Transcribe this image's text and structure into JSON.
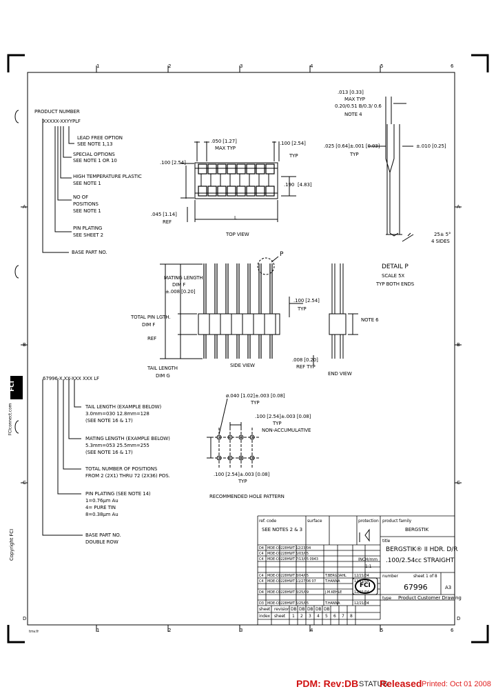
{
  "grid": {
    "cols_top": [
      "1",
      "2",
      "3",
      "4",
      "5",
      "6"
    ],
    "cols_bottom": [
      "1",
      "2",
      "3",
      "4",
      "5",
      "6"
    ],
    "rows_left": [
      "A",
      "B",
      "C",
      "D"
    ],
    "rows_right": [
      "A",
      "B",
      "C",
      "D"
    ]
  },
  "product_number": {
    "heading": "PRODUCT NUMBER",
    "code": "XXXXX-XXYYPLF",
    "items": [
      {
        "l1": "LEAD FREE OPTION",
        "l2": "SEE NOTE 1,13"
      },
      {
        "l1": "SPECIAL OPTIONS",
        "l2": "SEE NOTE 1 OR 10"
      },
      {
        "l1": "HIGH TEMPERATURE PLASTIC",
        "l2": "SEE NOTE 1"
      },
      {
        "l1": "NO OF",
        "l2": "POSITIONS",
        "l3": "SEE NOTE 1"
      },
      {
        "l1": "PIN PLATING",
        "l2": "SEE SHEET 2"
      },
      {
        "l1": "BASE PART NO."
      }
    ]
  },
  "part_code": {
    "code": "67996-X XX-XXX XXX LF",
    "tail": [
      "TAIL LENGTH (EXAMPLE BELOW)",
      "3.0mm=030  12.8mm=128",
      "(SEE NOTE 16 & 17)"
    ],
    "mating": [
      "MATING LENGTH (EXAMPLE BELOW)",
      "5.3mm=053  25.5mm=255",
      "(SEE NOTE 16 & 17)"
    ],
    "positions": [
      "TOTAL NUMBER OF POSITIONS",
      "FROM 2 (2X1) THRU 72 (2X36) POS."
    ],
    "plating": [
      "PIN PLATING (SEE NOTE 14)",
      "1=0.76µm Au",
      "4= PURE TIN",
      "8=0.38µm Au"
    ],
    "base": [
      "BASE PART NO.",
      "DOUBLE ROW"
    ]
  },
  "top_view": {
    "dim_050": ".050 [1.27]",
    "max_typ": "MAX TYP",
    "dim_100a": ".100 [2.54]",
    "dim_100b": ".100 [2.54]",
    "typ": "TYP",
    "dim_190": ".190",
    "dim_190b": "[4.83]",
    "dim_045": ".045 [1.14]",
    "ref": "REF",
    "l_mark": "L",
    "title": "TOP VIEW"
  },
  "detail": {
    "dim_013": ".013 [0.33]",
    "max_typ": "MAX TYP",
    "tol": "0.20/0.51 B/0.3/ 0.6",
    "note4": "NOTE 4",
    "dim_025": ".025 [0.64]±.001 [0.03]",
    "typ": "TYP",
    "dim_010": "±.010 [0.25]",
    "angle": "25± 5°",
    "sides": "4 SIDES",
    "t1": "DETAIL P",
    "t2": "SCALE 5X",
    "t3": "TYP BOTH ENDS"
  },
  "side_view": {
    "mating": [
      "MATING LENGTH",
      "DIM F",
      "±.008 [0.20]"
    ],
    "total": [
      "TOTAL PIN LGTH.",
      "DIM F",
      "REF"
    ],
    "tail": [
      "TAIL LENGTH",
      "DIM G"
    ],
    "dim_100": ".100 [2.54]",
    "typ": "TYP",
    "dim_008": ".008 [0.20]",
    "ref_typ": "REF TYP",
    "p": "P",
    "title": "SIDE VIEW",
    "note6": "NOTE 6",
    "end_title": "END VIEW"
  },
  "hole_pattern": {
    "dia": "ø.040 [1.02]±.003 [0.08]",
    "typ": "TYP",
    "pitch": ".100 [2.54]±.003 [0.08]",
    "typ2": "TYP",
    "nonacc": "NON-ACCUMULATIVE",
    "pitch2": ".100 [2.54]±.003 [0.08]",
    "typ3": "TYP",
    "title": "RECOMMENDED HOLE PATTERN"
  },
  "title_block": {
    "ref_code": "ref. code",
    "see_notes": "SEE NOTES 2 & 3",
    "surface": "surface",
    "protection": "protection",
    "product_family": "product family",
    "family_val": "BERGSTIK",
    "title_lbl": "title",
    "title1": "BERGSTIK® II HDR. D/R",
    "title2": ".100/2.54cc STRAIGHT",
    "number_lbl": "number",
    "sheet_lbl": "sheet 1 of 8",
    "part_number": "67996",
    "size": "A3",
    "type_lbl": "type",
    "type_val": "Product Customer Drawing",
    "rev_rows": [
      [
        "D4",
        "MDE-C0228HWT 12/23/04"
      ],
      [
        "C4",
        "MDE-C0228HWT 5/03/05"
      ],
      [
        "C4",
        "MDE-C0228HWT 7/13/05 0943"
      ],
      [
        "C4",
        "MDE-C0228HWT 8/04/05"
      ],
      [
        "C4",
        "MDE-C0228HWT 11/27/06 07"
      ],
      [
        "D4",
        "MDE-C0228HWT 3/25/09"
      ],
      [
        "D3",
        "MDE-C0228HWT 5/25/05"
      ]
    ],
    "approvals": [
      [
        "T.BERGDAHL",
        "12/21/04"
      ],
      [
        "T.HANNA",
        "12/21/04"
      ],
      [
        "J.M.KEHLE",
        "12/21/04"
      ],
      [
        "T.HANNA",
        "12/21/04"
      ]
    ],
    "logo": "FCI",
    "sheet_row": [
      "sheet",
      "revision",
      "DB",
      "DB",
      "DB",
      "DB",
      "DB"
    ],
    "index_row": [
      "index",
      "sheet",
      "1",
      "2",
      "3",
      "4",
      "5",
      "6",
      "7",
      "8"
    ],
    "scale": "1:1",
    "units": "INCH/mm"
  },
  "side_text": {
    "fci": "FCI",
    "site": "FCIconnect.com",
    "copyright": "Copyright  FCI"
  },
  "corner_note": "tmv.fr",
  "footer": {
    "pdm": "PDM: Rev:DB",
    "status_lbl": "STATUS:",
    "status_val": "Released",
    "printed": "Printed: Oct 01 2008"
  }
}
